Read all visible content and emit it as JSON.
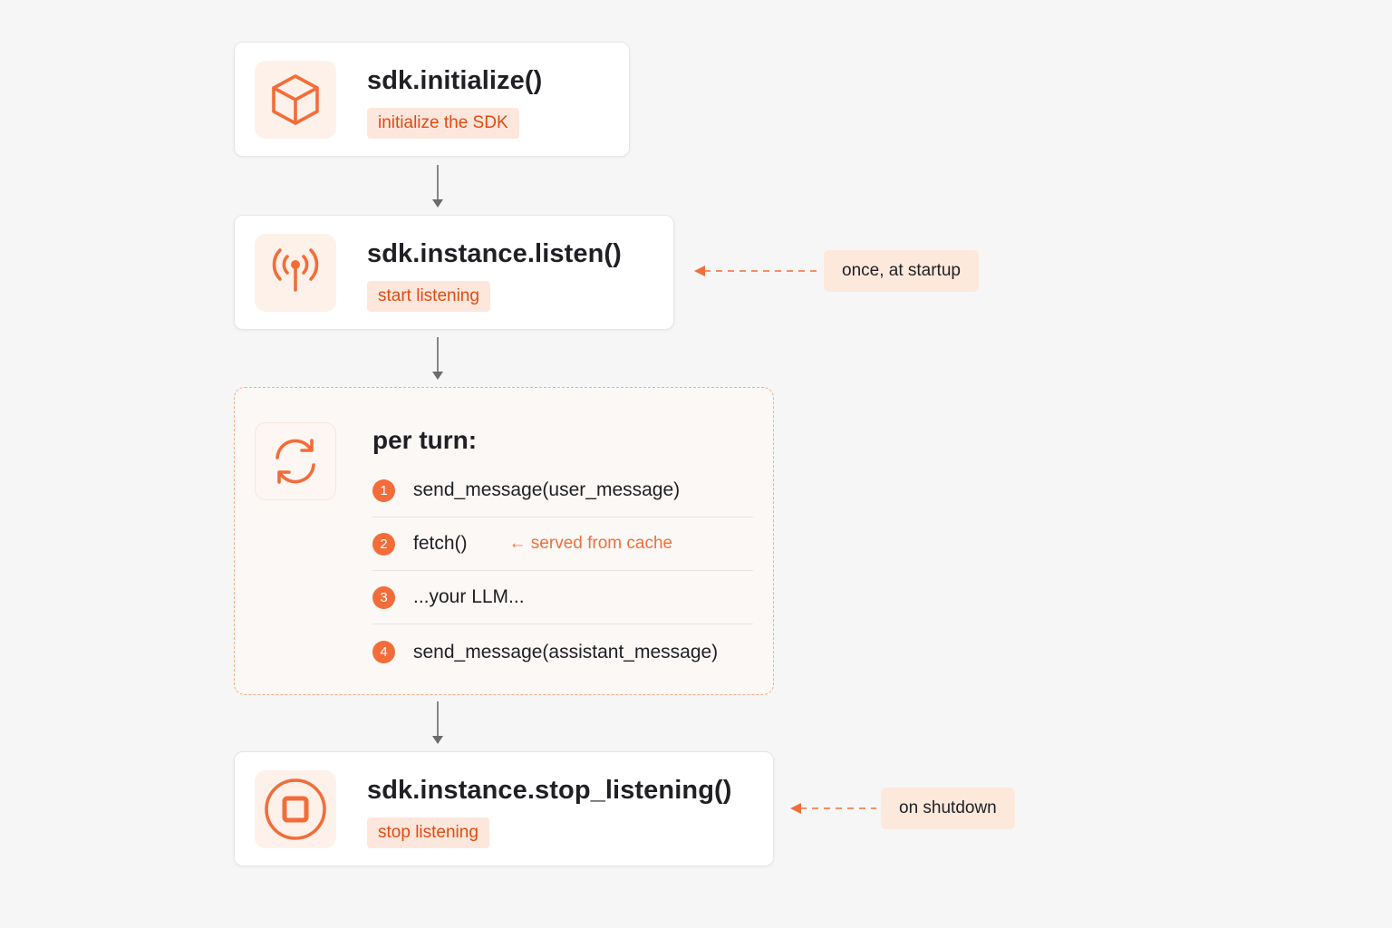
{
  "steps": [
    {
      "title": "sdk.initialize()",
      "badge": "initialize the SDK",
      "icon": "cube-icon"
    },
    {
      "title": "sdk.instance.listen()",
      "badge": "start listening",
      "icon": "antenna-icon"
    },
    {
      "title": "sdk.instance.stop_listening()",
      "badge": "stop listening",
      "icon": "stop-icon"
    }
  ],
  "loop": {
    "title": "per turn:",
    "icon": "refresh-icon",
    "items": [
      {
        "num": "1",
        "text": "send_message(user_message)",
        "note": ""
      },
      {
        "num": "2",
        "text": "fetch()",
        "note": "← served from cache"
      },
      {
        "num": "3",
        "text": "...your LLM...",
        "note": ""
      },
      {
        "num": "4",
        "text": "send_message(assistant_message)",
        "note": ""
      }
    ]
  },
  "annotations": {
    "listen": "once, at startup",
    "stop": "on shutdown"
  },
  "colors": {
    "accent": "#f26d3a",
    "badge_bg": "#fde7dc",
    "badge_text": "#e24a12",
    "arrow": "#6b6b6b"
  }
}
